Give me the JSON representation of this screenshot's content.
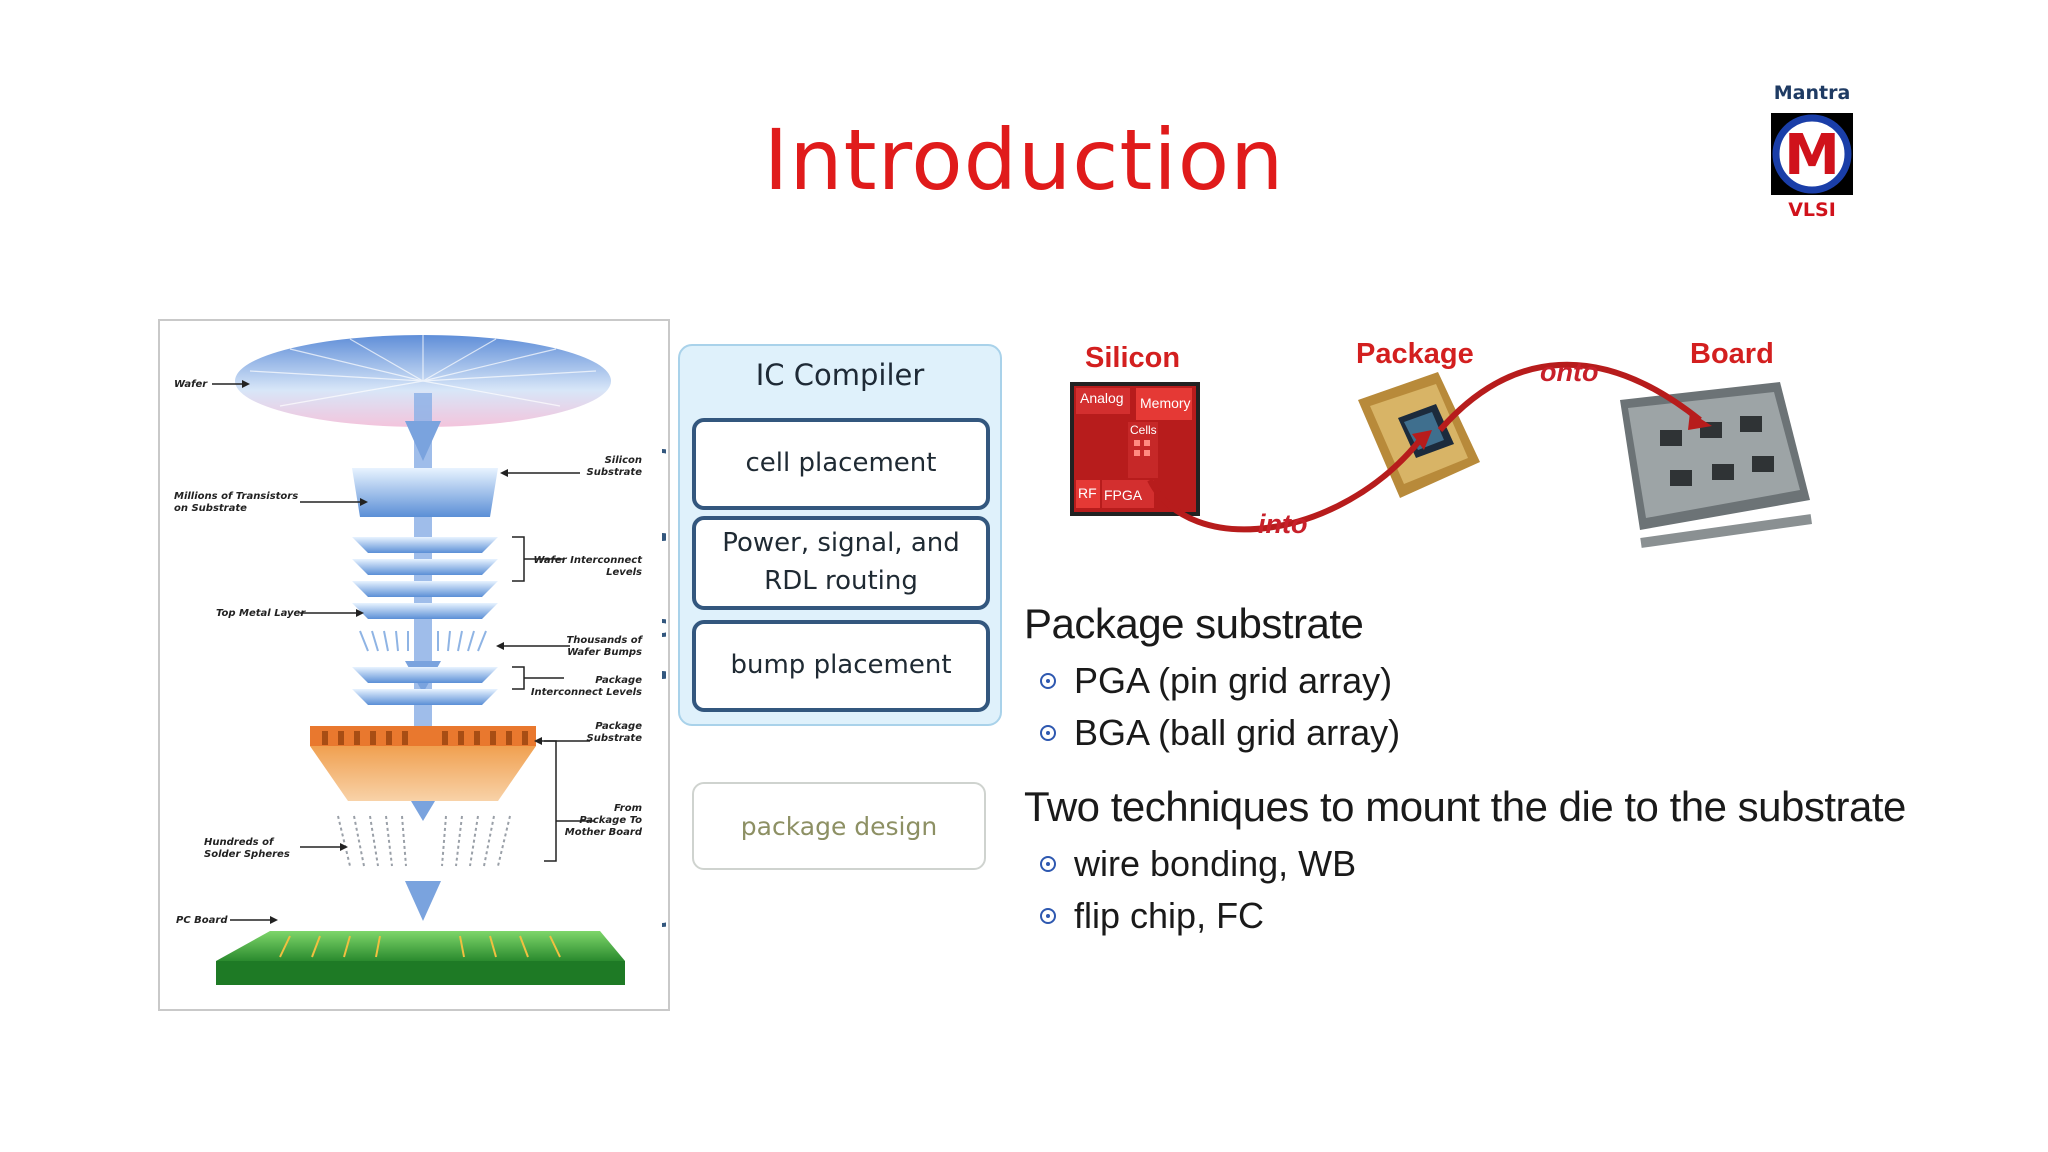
{
  "slide": {
    "title": "Introduction"
  },
  "logo": {
    "top_text": "Mantra",
    "letter": "M",
    "bottom_text": "VLSI",
    "colors": {
      "navy": "#1f3b63",
      "red": "#d0121b"
    }
  },
  "stack_labels": {
    "wafer": "Wafer",
    "silicon_substrate_1": "Silicon",
    "silicon_substrate_2": "Substrate",
    "transistors_1": "Millions of Transistors",
    "transistors_2": "on Substrate",
    "interconnect_1": "Wafer Interconnect",
    "interconnect_2": "Levels",
    "top_metal": "Top Metal Layer",
    "bumps_1": "Thousands of",
    "bumps_2": "Wafer Bumps",
    "pkg_interconnect_1": "Package",
    "pkg_interconnect_2": "Interconnect Levels",
    "pkg_substrate_1": "Package",
    "pkg_substrate_2": "Substrate",
    "from_pkg_1": "From",
    "from_pkg_2": "Package To",
    "from_pkg_3": "Mother Board",
    "solder_1": "Hundreds of",
    "solder_2": "Solder Spheres",
    "pc_board": "PC Board"
  },
  "ic_compiler": {
    "title": "IC Compiler",
    "steps": [
      "cell placement",
      "Power, signal, and RDL routing",
      "bump placement"
    ],
    "package_design": "package design"
  },
  "diagram": {
    "silicon": "Silicon",
    "package": "Package",
    "board": "Board",
    "into": "into",
    "onto": "onto",
    "die_blocks": {
      "analog": "Analog",
      "memory": "Memory",
      "cells": "Cells",
      "rf": "RF",
      "fpga": "FPGA"
    }
  },
  "content": {
    "heading1": "Package substrate",
    "bullets1": [
      "PGA (pin grid array)",
      "BGA (ball grid array)"
    ],
    "heading2": "Two techniques to mount the die to the substrate",
    "bullets2": [
      "wire bonding, WB",
      "flip chip, FC"
    ]
  }
}
